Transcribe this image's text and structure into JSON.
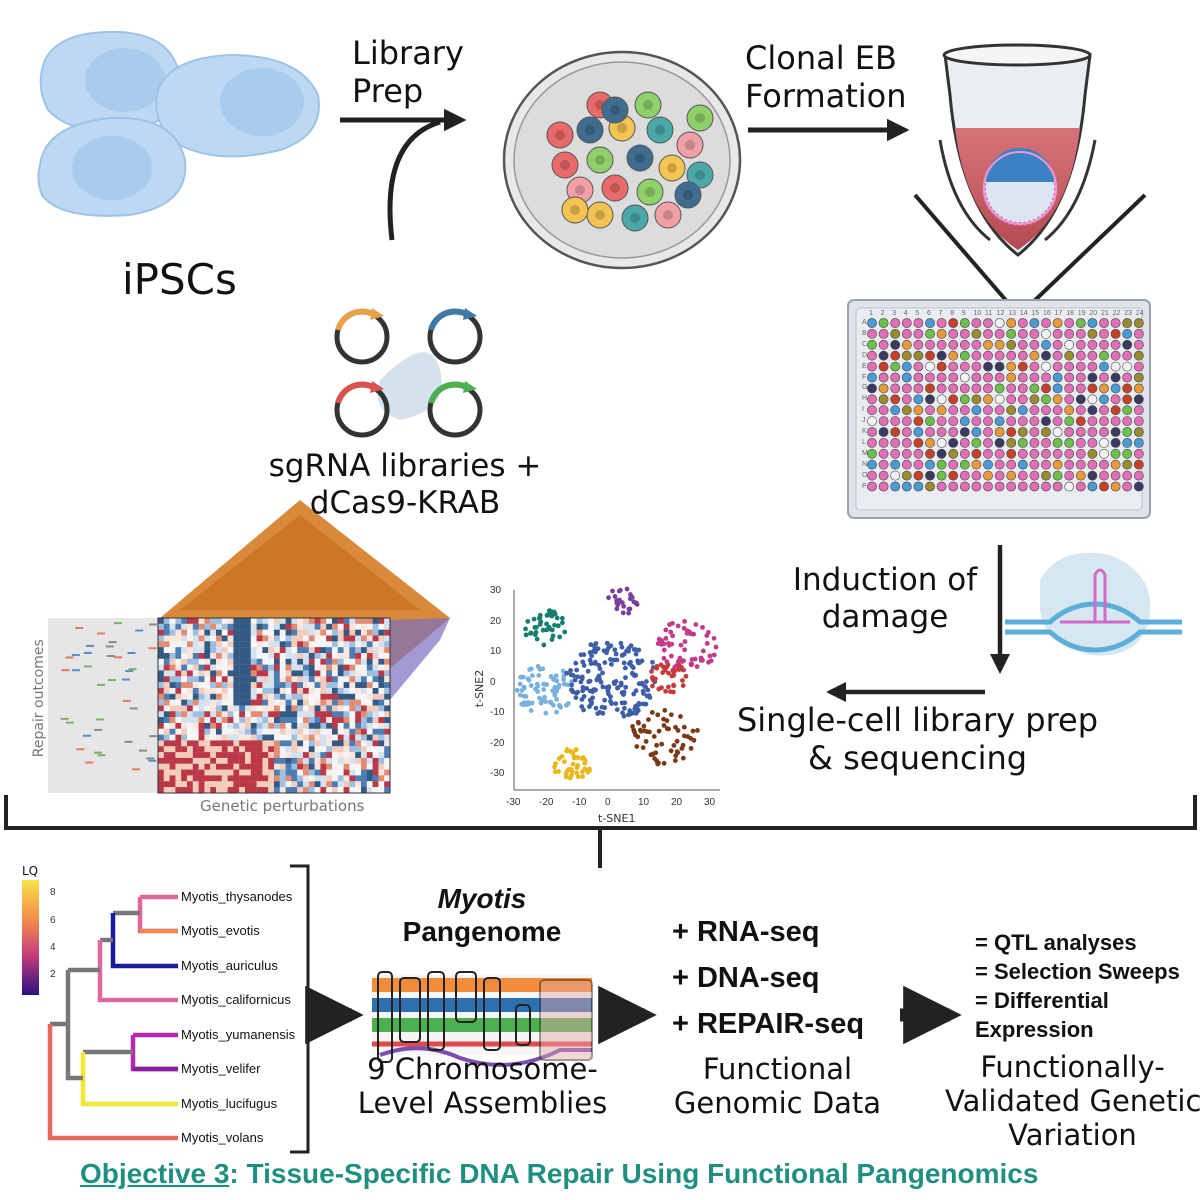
{
  "top": {
    "ipscs": "iPSCs",
    "library_prep": [
      "Library",
      "Prep"
    ],
    "clonal_eb": [
      "Clonal EB",
      "Formation"
    ],
    "sgrna": [
      "sgRNA libraries +",
      "dCas9-KRAB"
    ]
  },
  "middle": {
    "induction": [
      "Induction of",
      "damage"
    ],
    "single_cell": [
      "Single-cell library prep",
      "& sequencing"
    ],
    "heatmap_xlabel": "Genetic perturbations",
    "heatmap_ylabel": "Repair outcomes",
    "tsne_xlabel": "t-SNE1",
    "tsne_ylabel": "t-SNE2",
    "tsne_xticks": [
      "-30",
      "-20",
      "-10",
      "0",
      "10",
      "20",
      "30"
    ],
    "tsne_yticks": [
      "30",
      "20",
      "10",
      "0",
      "-10",
      "-20",
      "-30"
    ],
    "plate_cols": [
      "1",
      "2",
      "3",
      "4",
      "5",
      "6",
      "7",
      "8",
      "9",
      "10",
      "11",
      "12",
      "13",
      "14",
      "15",
      "16",
      "17",
      "18",
      "19",
      "20",
      "21",
      "22",
      "23",
      "24"
    ],
    "plate_rows": [
      "A",
      "B",
      "C",
      "D",
      "E",
      "F",
      "G",
      "H",
      "I",
      "J",
      "K",
      "L",
      "M",
      "N",
      "O",
      "P"
    ]
  },
  "bottom": {
    "legend_title": "LQ",
    "legend_ticks": [
      "8",
      "6",
      "4",
      "2"
    ],
    "species": [
      "Myotis_thysanodes",
      "Myotis_evotis",
      "Myotis_auriculus",
      "Myotis_californicus",
      "Myotis_yumanensis",
      "Myotis_velifer",
      "Myotis_lucifugus",
      "Myotis_volans"
    ],
    "pangenome_italic": "Myotis",
    "pangenome": "Pangenome",
    "assemblies": [
      "9 Chromosome-",
      "Level Assemblies"
    ],
    "seqs": [
      "+ RNA-seq",
      "+ DNA-seq",
      "+ REPAIR-seq"
    ],
    "functional": [
      "Functional",
      "Genomic Data"
    ],
    "analyses": [
      "= QTL analyses",
      "= Selection Sweeps",
      "= Differential",
      "Expression"
    ],
    "validated": [
      "Functionally-",
      "Validated Genetic",
      "Variation"
    ],
    "objective_label": "Objective 3",
    "objective_rest": ": Tissue-Specific DNA Repair Using Functional Pangenomics"
  },
  "colors": {
    "teal": "#1f8f82",
    "cell_fill": "#bcd8f2",
    "tube_liquid": "#c8585e",
    "plate_well": "#e26fb5"
  }
}
